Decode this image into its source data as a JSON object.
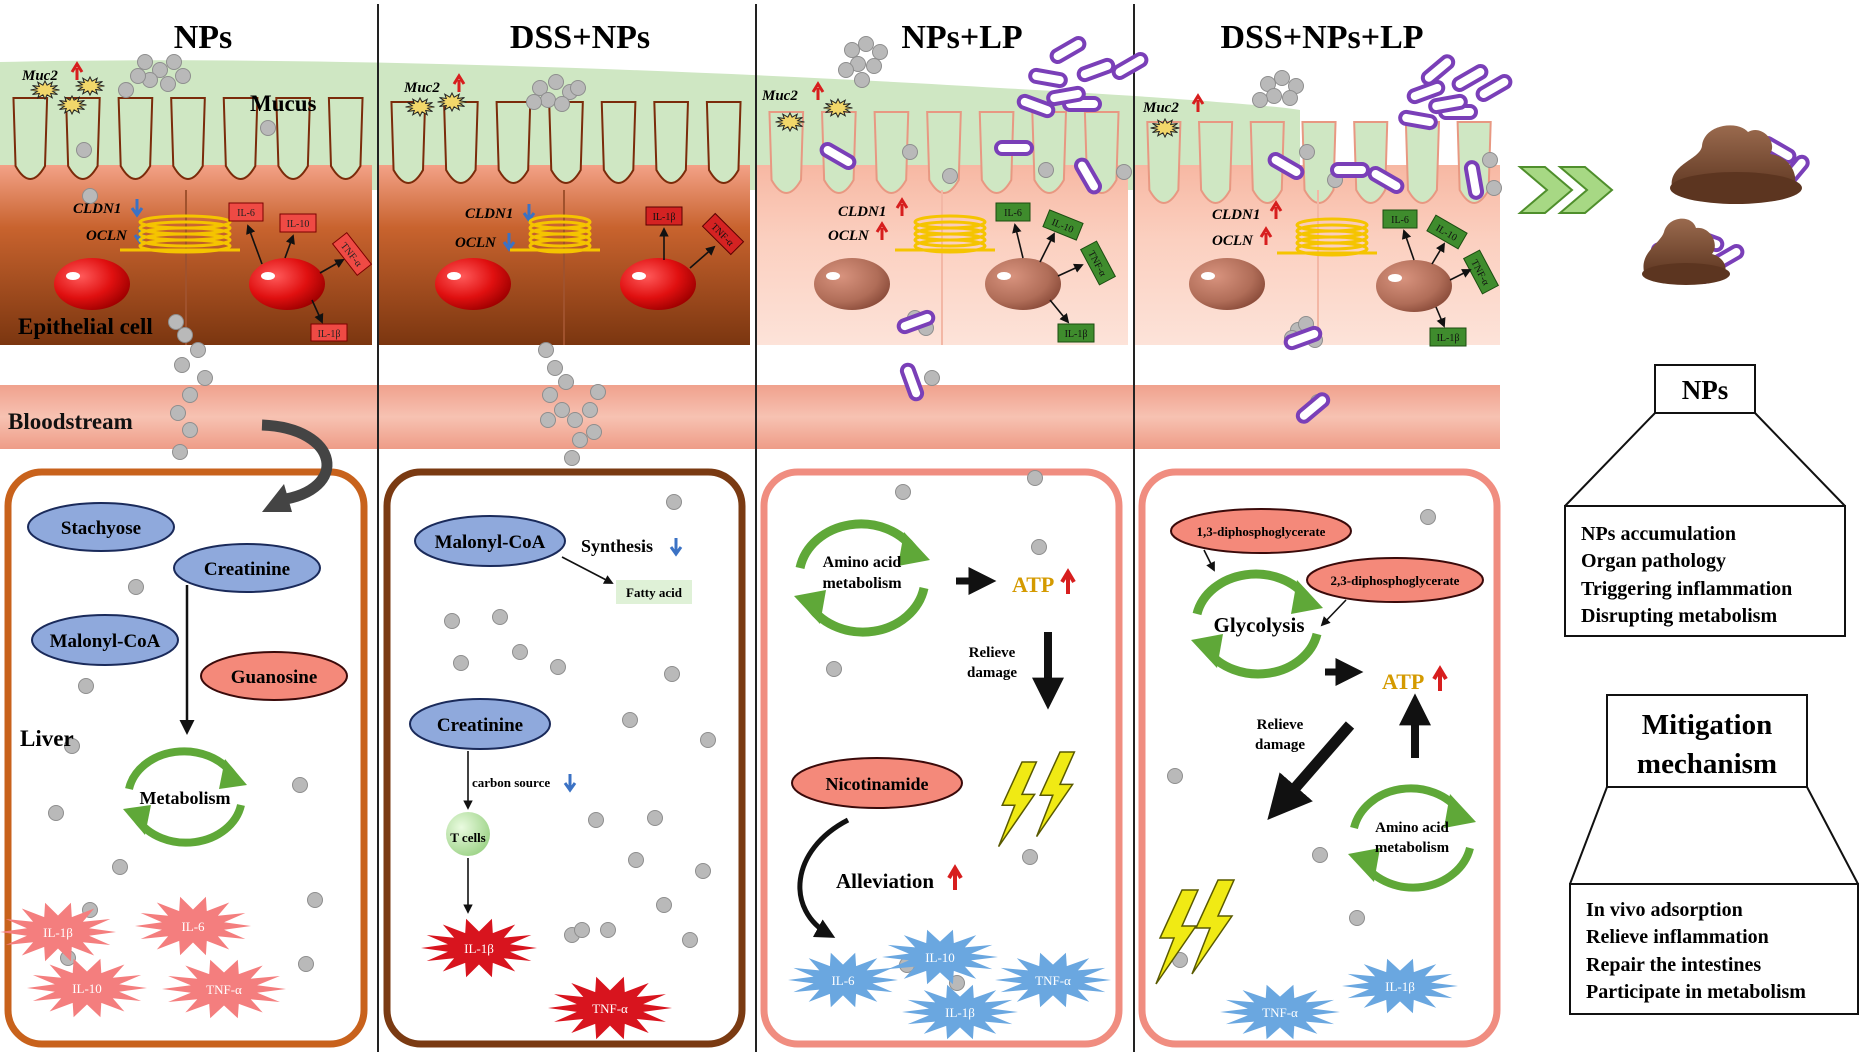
{
  "panels": {
    "np": {
      "title": "NPs",
      "muc2": "Muc2",
      "mucus": "Mucus",
      "cldn1": "CLDN1",
      "ocln": "OCLN",
      "epithelial": "Epithelial cell",
      "cytokines": [
        "IL-6",
        "IL-10",
        "TNF-α",
        "IL-1β"
      ],
      "organ": "Liver",
      "metabolites": [
        "Stachyose",
        "Creatinine",
        "Malonyl-CoA",
        "Guanosine"
      ],
      "metabolism": "Metabolism",
      "bursts": [
        "IL-1β",
        "IL-6",
        "IL-10",
        "TNF-α"
      ]
    },
    "dss_np": {
      "title": "DSS+NPs",
      "muc2": "Muc2",
      "cldn1": "CLDN1",
      "ocln": "OCLN",
      "cytokines": [
        "IL-1β",
        "TNF-α"
      ],
      "malonyl": "Malonyl-CoA",
      "synthesis": "Synthesis",
      "fatty_acid": "Fatty acid",
      "creatinine": "Creatinine",
      "carbon_source": "carbon source",
      "t_cells": "T cells",
      "bursts": [
        "IL-1β",
        "TNF-α"
      ]
    },
    "np_lp": {
      "title": "NPs+LP",
      "muc2": "Muc2",
      "cldn1": "CLDN1",
      "ocln": "OCLN",
      "cytokines": [
        "IL-6",
        "IL-10",
        "TNF-α",
        "IL-1β"
      ],
      "amino_acid_metabolism": [
        "Amino acid",
        "metabolism"
      ],
      "atp": "ATP",
      "relieve_damage": [
        "Relieve",
        "damage"
      ],
      "nicotinamide": "Nicotinamide",
      "alleviation": "Alleviation",
      "bursts": [
        "IL-6",
        "IL-10",
        "IL-1β",
        "TNF-α"
      ]
    },
    "dss_np_lp": {
      "title": "DSS+NPs+LP",
      "muc2": "Muc2",
      "cldn1": "CLDN1",
      "ocln": "OCLN",
      "cytokines": [
        "IL-6",
        "IL-10",
        "TNF-α",
        "IL-1β"
      ],
      "dpg13": "1,3-diphosphoglycerate",
      "dpg23": "2,3-diphosphoglycerate",
      "glycolysis": "Glycolysis",
      "atp": "ATP",
      "relieve_damage": [
        "Relieve",
        "damage"
      ],
      "amino_acid_metabolism": [
        "Amino acid",
        "metabolism"
      ],
      "bursts": [
        "TNF-α",
        "IL-1β"
      ]
    }
  },
  "bloodstream": "Bloodstream",
  "summary": {
    "nps_title": "NPs",
    "nps_items": [
      "NPs accumulation",
      "Organ pathology",
      "Triggering inflammation",
      "Disrupting metabolism"
    ],
    "mitigation_title": [
      "Mitigation",
      "mechanism"
    ],
    "mitigation_items": [
      "In vivo adsorption",
      "Relieve inflammation",
      "Repair the intestines",
      "Participate in metabolism"
    ]
  },
  "colors": {
    "mucus": "#cde6c1",
    "epithelium_dss": "#f2a48e",
    "epithelium_dark": "#8b3a14",
    "epithelium_lp": "#fbd0c2",
    "bloodstream": "#f4b6a4",
    "liver_border_np": "#c8621c",
    "liver_border_dss": "#7a3a12",
    "liver_border_lp": "#f08d80",
    "metabolite_blue": "#8fa9dc",
    "metabolite_red": "#f4897a",
    "cytokine_red": "#ef3b36",
    "cytokine_green": "#3d8a2c",
    "burst_pink": "#f47e7e",
    "burst_red": "#d8141e",
    "burst_blue": "#6aa7e0",
    "particle_grey": "#b9b9b9",
    "probiotic_purple": "#7a3fb8",
    "tight_junction": "#f5c400",
    "arrow_up": "#d71e1e",
    "arrow_down": "#3b72c4",
    "atp": "#d49a00",
    "lightning": "#f0ea14",
    "cycle_green": "#5fa838",
    "chevron_green": "#9ed37a"
  },
  "icons": [
    "up-arrow-icon",
    "down-arrow-icon",
    "lightning-icon",
    "chevron-right-icon",
    "cycle-arrow-icon",
    "nanoparticle-icon",
    "probiotic-rod-icon",
    "feces-icon",
    "nucleus-icon"
  ]
}
